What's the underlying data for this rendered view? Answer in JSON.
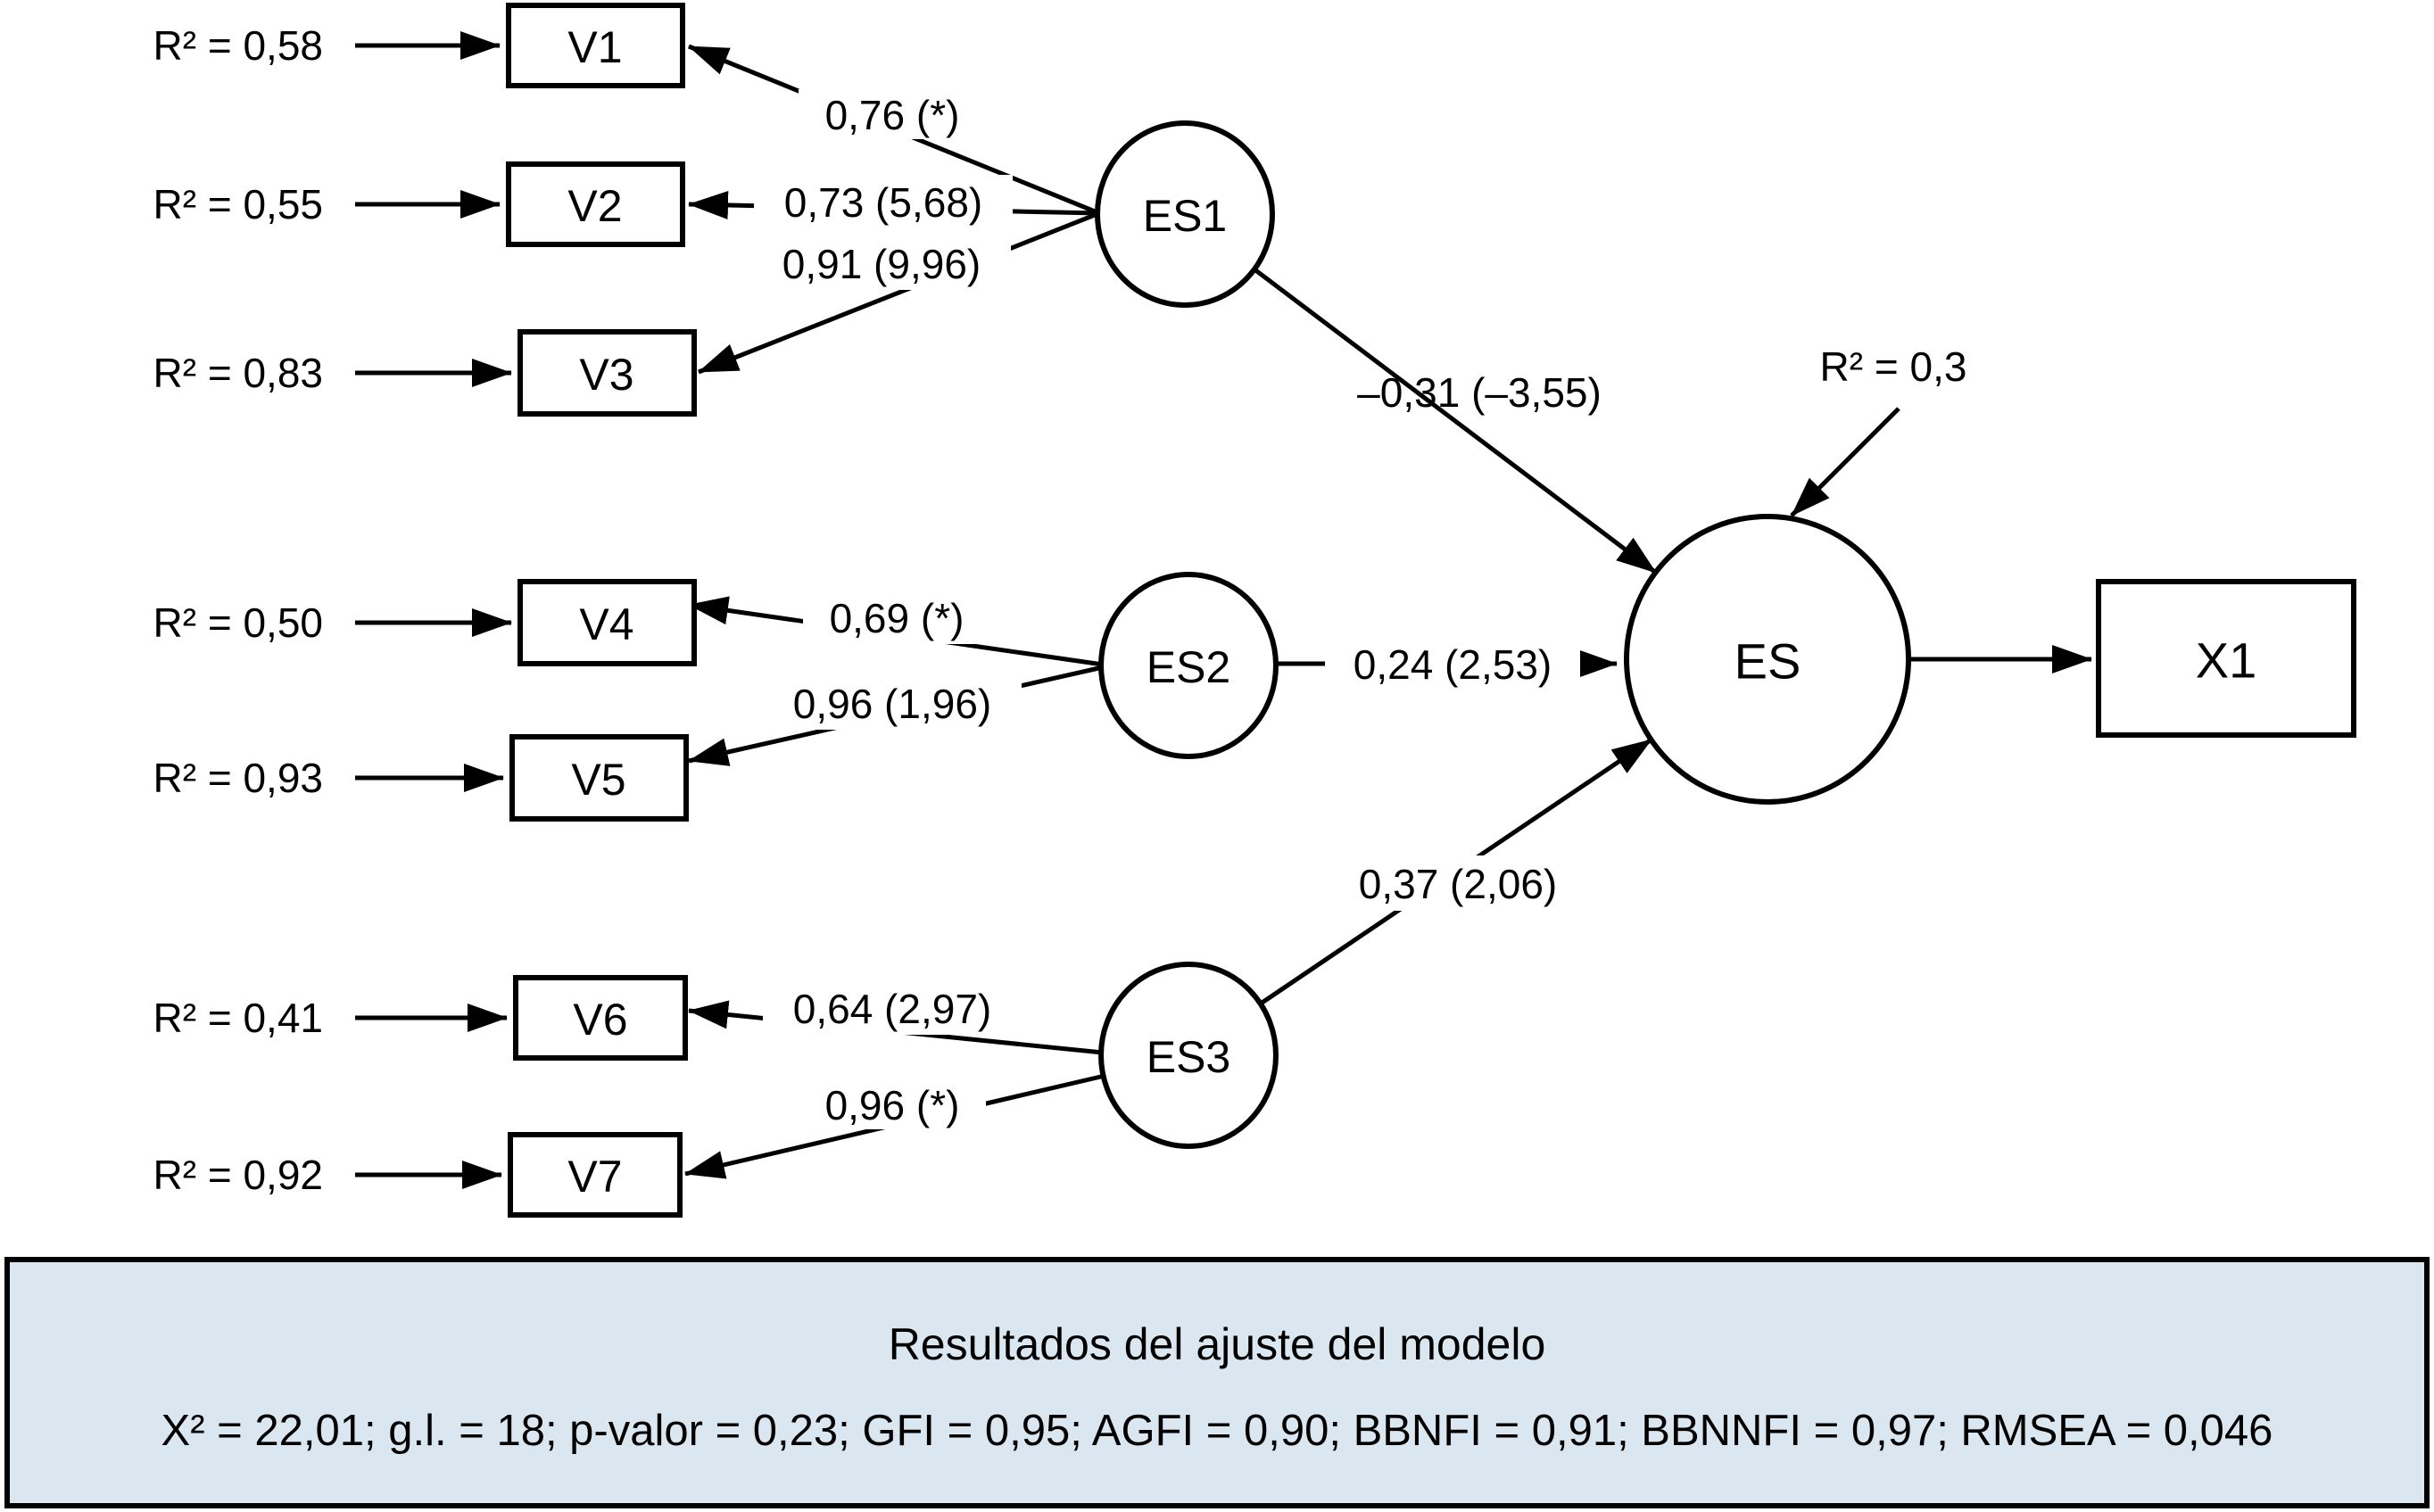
{
  "diagram": {
    "observed": [
      {
        "label": "V1",
        "r2": "R² = 0,58"
      },
      {
        "label": "V2",
        "r2": "R² = 0,55"
      },
      {
        "label": "V3",
        "r2": "R² = 0,83"
      },
      {
        "label": "V4",
        "r2": "R² = 0,50"
      },
      {
        "label": "V5",
        "r2": "R² = 0,93"
      },
      {
        "label": "V6",
        "r2": "R² = 0,41"
      },
      {
        "label": "V7",
        "r2": "R² = 0,92"
      }
    ],
    "latent": [
      {
        "label": "ES1"
      },
      {
        "label": "ES2"
      },
      {
        "label": "ES3"
      },
      {
        "label": "ES"
      }
    ],
    "outcome": {
      "label": "X1"
    },
    "es_r2": "R² = 0,3",
    "loadings": [
      {
        "from": "ES1",
        "to": "V1",
        "value": "0,76 (*)"
      },
      {
        "from": "ES1",
        "to": "V2",
        "value": "0,73 (5,68)"
      },
      {
        "from": "ES1",
        "to": "V3",
        "value": "0,91 (9,96)"
      },
      {
        "from": "ES2",
        "to": "V4",
        "value": "0,69 (*)"
      },
      {
        "from": "ES2",
        "to": "V5",
        "value": "0,96 (1,96)"
      },
      {
        "from": "ES3",
        "to": "V6",
        "value": "0,64 (2,97)"
      },
      {
        "from": "ES3",
        "to": "V7",
        "value": "0,96 (*)"
      }
    ],
    "paths": [
      {
        "from": "ES1",
        "to": "ES",
        "value": "–0,31 (–3,55)"
      },
      {
        "from": "ES2",
        "to": "ES",
        "value": "0,24 (2,53)"
      },
      {
        "from": "ES3",
        "to": "ES",
        "value": "0,37 (2,06)"
      }
    ]
  },
  "results_box": {
    "title": "Resultados del ajuste del modelo",
    "stats": "X²  =  22,01; g.l. = 18; p-valor = 0,23; GFI = 0,95; AGFI = 0,90; BBNFI = 0,91; BBNNFI = 0,97; RMSEA = 0,046"
  }
}
